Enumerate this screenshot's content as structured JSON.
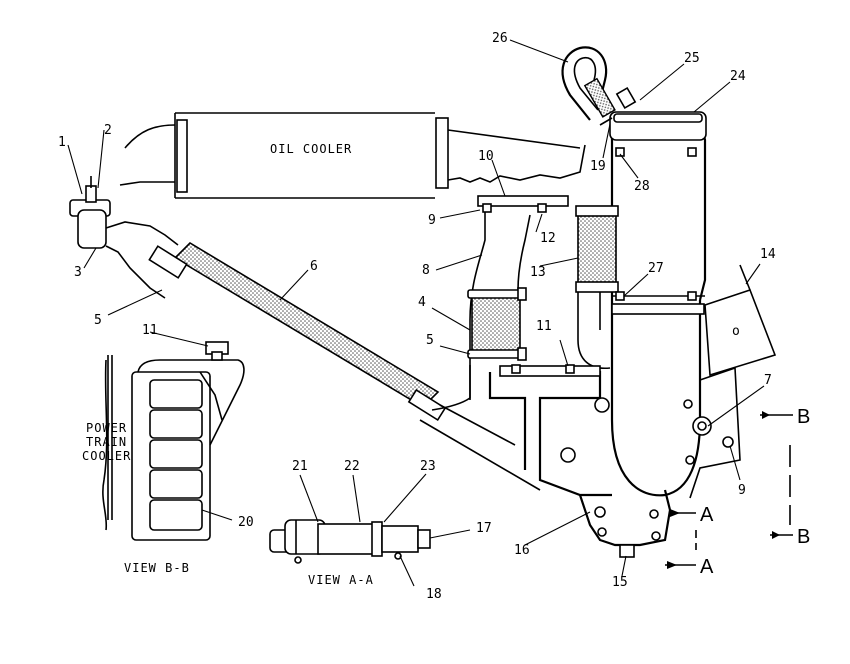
{
  "labels": {
    "oil_cooler": "OIL COOLER",
    "power_train_cooler_1": "POWER",
    "power_train_cooler_2": "TRAIN",
    "power_train_cooler_3": "COOLER",
    "view_bb": "VIEW B-B",
    "view_aa": "VIEW A-A",
    "section_a": "A",
    "section_b": "B"
  },
  "callouts": {
    "c1": "1",
    "c2": "2",
    "c3": "3",
    "c4": "4",
    "c5a": "5",
    "c5b": "5",
    "c6": "6",
    "c7": "7",
    "c8": "8",
    "c9a": "9",
    "c9b": "9",
    "c10": "10",
    "c11a": "11",
    "c11b": "11",
    "c12": "12",
    "c13": "13",
    "c14": "14",
    "c15": "15",
    "c16": "16",
    "c17": "17",
    "c18": "18",
    "c19": "19",
    "c20": "20",
    "c21": "21",
    "c22": "22",
    "c23": "23",
    "c24": "24",
    "c25": "25",
    "c26": "26",
    "c27": "27",
    "c28": "28"
  }
}
